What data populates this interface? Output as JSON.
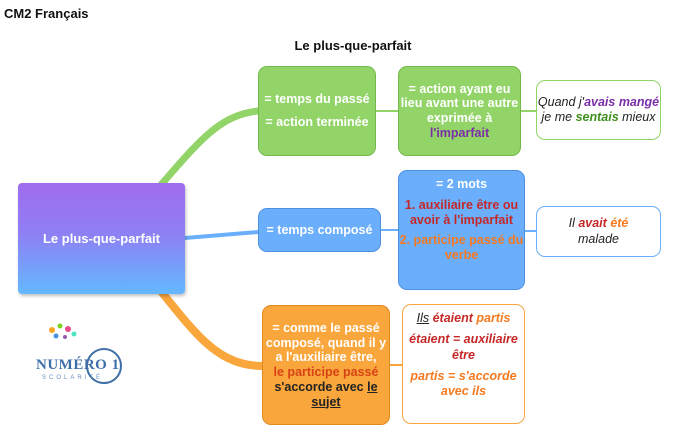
{
  "header": {
    "subject": "CM2 Français",
    "title": "Le plus-que-parfait"
  },
  "central": {
    "label": "Le plus-que-parfait"
  },
  "branch_green": {
    "definition_1": "= temps du passé",
    "definition_2": "= action terminée",
    "detail_line1": "= action ayant eu lieu avant une autre exprimée à",
    "detail_highlight": "l'imparfait",
    "example": {
      "part1": "Quand j'",
      "verb1": "avais mangé",
      "part2": " je me ",
      "verb2": "sentais",
      "part3": " mieux"
    }
  },
  "branch_blue": {
    "definition": "= temps composé",
    "detail_title": "= 2 mots",
    "detail_item1": "1. auxiliaire être ou avoir à l'imparfait",
    "detail_item2": "2. participe passé du verbe",
    "example": {
      "part1": "Il ",
      "aux": "avait",
      "part2": " ",
      "participle": "été",
      "part3": " malade"
    }
  },
  "branch_orange": {
    "rule_part1": "= comme le passé composé, quand il y a l'auxiliaire être,",
    "rule_highlight": "le participe passé",
    "rule_part2": " s'accorde avec ",
    "rule_subject": "le sujet",
    "example": {
      "subject": "Ils",
      "aux": "étaient",
      "participle": "partis",
      "note1": "étaient = auxiliaire être",
      "note2": "partis = s'accorde avec ils"
    }
  },
  "logo": {
    "name": "NUMÉRO 1",
    "tagline": "SCOLARITÉ"
  },
  "colors": {
    "green": "#92d468",
    "blue": "#6aaefc",
    "orange": "#f9a63c",
    "purple": "#7b2ea8",
    "red": "#c62828"
  }
}
